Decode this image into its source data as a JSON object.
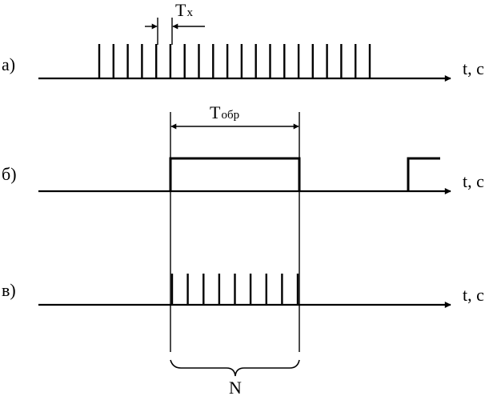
{
  "labels": {
    "row_a": "а)",
    "row_b": "б)",
    "row_v": "в)",
    "axis_a": "t, c",
    "axis_b": "t, c",
    "axis_v": "t, c",
    "period_main": "T",
    "period_sub": "x",
    "window_main": "T",
    "window_sub": "обр",
    "count": "N"
  },
  "colors": {
    "line": "#000000",
    "background": "#ffffff"
  },
  "signals": {
    "a_pulse_count": 20,
    "v_pulse_count": 9,
    "b_gate_count": 1
  }
}
